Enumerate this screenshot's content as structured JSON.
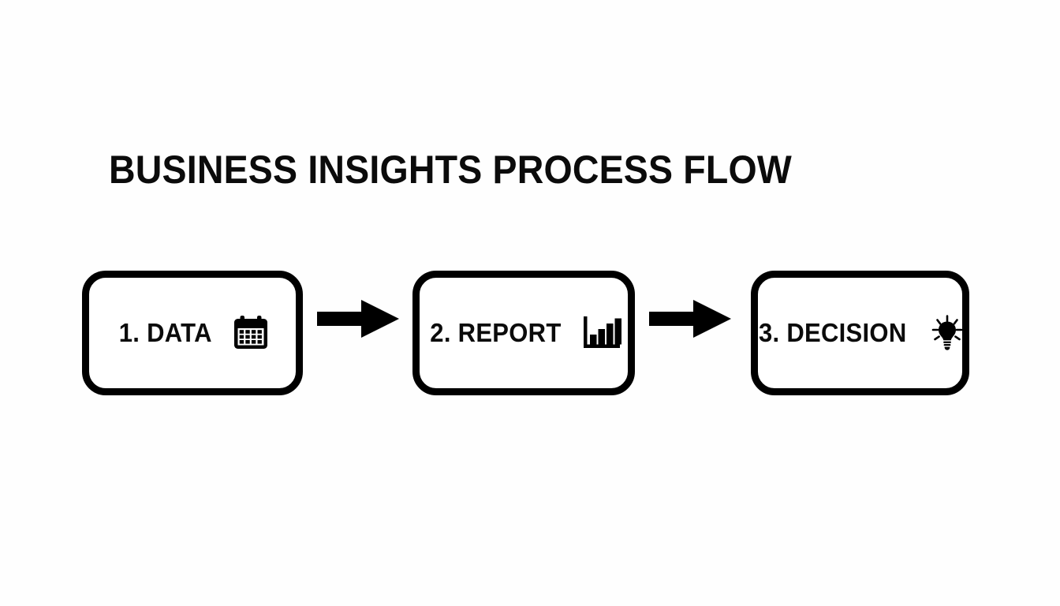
{
  "diagram": {
    "title": "BUSINESS INSIGHTS PROCESS FLOW",
    "background_color": "#fefefe",
    "stroke_color": "#000000",
    "text_color": "#0b0b0b",
    "steps": [
      {
        "label": "1. DATA",
        "icon": "calendar-icon",
        "order": "1",
        "name": "DATA"
      },
      {
        "label": "2. REPORT",
        "icon": "bar-chart-icon",
        "order": "2",
        "name": "REPORT"
      },
      {
        "label": "3. DECISION",
        "icon": "lightbulb-icon",
        "order": "3",
        "name": "DECISION"
      }
    ],
    "connectors": [
      {
        "icon": "arrow-right-icon",
        "from": "1. DATA",
        "to": "2. REPORT"
      },
      {
        "icon": "arrow-right-icon",
        "from": "2. REPORT",
        "to": "3. DECISION"
      }
    ]
  }
}
